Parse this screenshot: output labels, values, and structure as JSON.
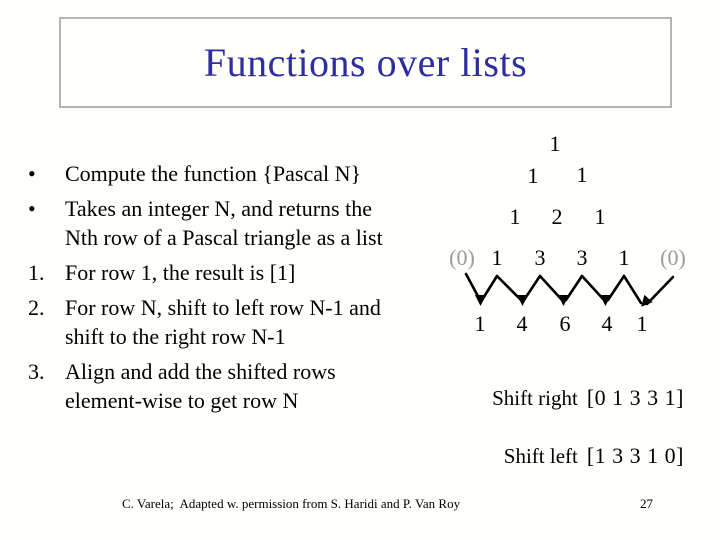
{
  "slide": {
    "title": "Functions over lists",
    "credit": "C. Varela;  Adapted w. permission from S. Haridi and P. Van Roy",
    "page_number": "27"
  },
  "bullets": [
    {
      "marker": "•",
      "text": "Compute the function {Pascal N}"
    },
    {
      "marker": "•",
      "text": "Takes an integer N, and returns the\nNth row of a Pascal triangle as a list"
    },
    {
      "marker": "1.",
      "text": "For row 1, the result is [1]"
    },
    {
      "marker": "2.",
      "text": "For row N, shift to left row N-1 and\nshift to the right row N-1"
    },
    {
      "marker": "3.",
      "text": "Align and add the shifted rows\nelement-wise to get row N"
    }
  ],
  "pascal": {
    "rows": [
      [
        "1"
      ],
      [
        "1",
        "1"
      ],
      [
        "1",
        "2",
        "1"
      ]
    ],
    "shifted_row": [
      "(0)",
      "1",
      "3",
      "3",
      "1",
      "(0)"
    ],
    "result_row": [
      "1",
      "4",
      "6",
      "4",
      "1"
    ]
  },
  "shift_right": {
    "label": "Shift right",
    "value": "[0 1 3 3 1]"
  },
  "shift_left": {
    "label": "Shift left",
    "value": "[1 3 3 1 0]"
  },
  "colors": {
    "title_text": "#2e2ea2",
    "box_border": "#b4b4b4",
    "muted_zero": "#9b9b9b",
    "body_text": "#000000",
    "background": "#fffffb"
  }
}
